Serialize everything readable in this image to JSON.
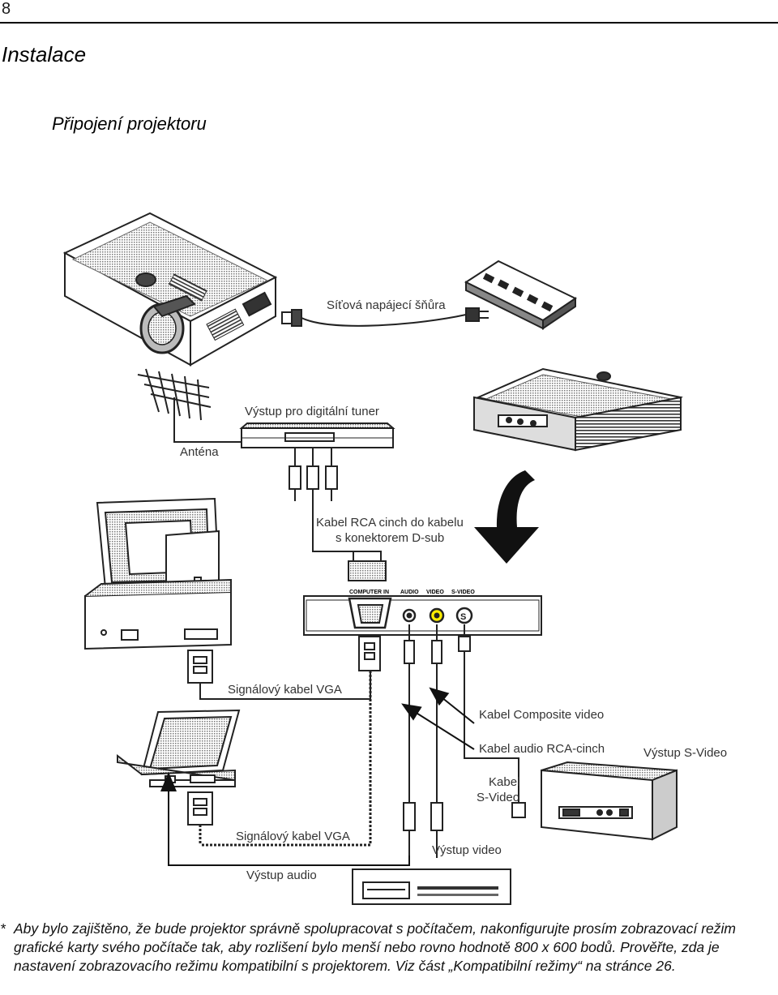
{
  "page": {
    "number": "8",
    "section_title": "Instalace",
    "subsection_title": "Připojení projektoru"
  },
  "diagram": {
    "labels": {
      "power_cord": "Síťová napájecí šňůra",
      "digital_tuner_output": "Výstup pro digitální tuner",
      "antenna": "Anténa",
      "rca_to_dsub_line1": "Kabel RCA cinch do kabelu",
      "rca_to_dsub_line2": "s konektorem D-sub",
      "vga_cable_top": "Signálový kabel VGA",
      "composite_cable": "Kabel Composite video",
      "audio_rca_cable": "Kabel audio RCA-cinch",
      "svideo_output": "Výstup S-Video",
      "svideo_cable_line1": "Kabel",
      "svideo_cable_line2": "S-Video",
      "vga_cable_bottom": "Signálový kabel VGA",
      "video_output": "Výstup video",
      "audio_output": "Výstup audio"
    },
    "ports": {
      "computer_in": "COMPUTER IN",
      "audio": "AUDIO",
      "video": "VIDEO",
      "s_video": "S-VIDEO"
    }
  },
  "footnote": {
    "marker": "*",
    "text": "Aby bylo zajištěno, že bude projektor správně spolupracovat s počítačem, nakonfigurujte prosím zobrazovací režim grafické karty svého počítače tak, aby rozlišení bylo menší nebo rovno hodnotě 800 x 600 bodů. Prověřte, zda je nastavení zobrazovacího režimu kompatibilní s projektorem. Viz část „Kompatibilní režimy“ na stránce 26."
  }
}
